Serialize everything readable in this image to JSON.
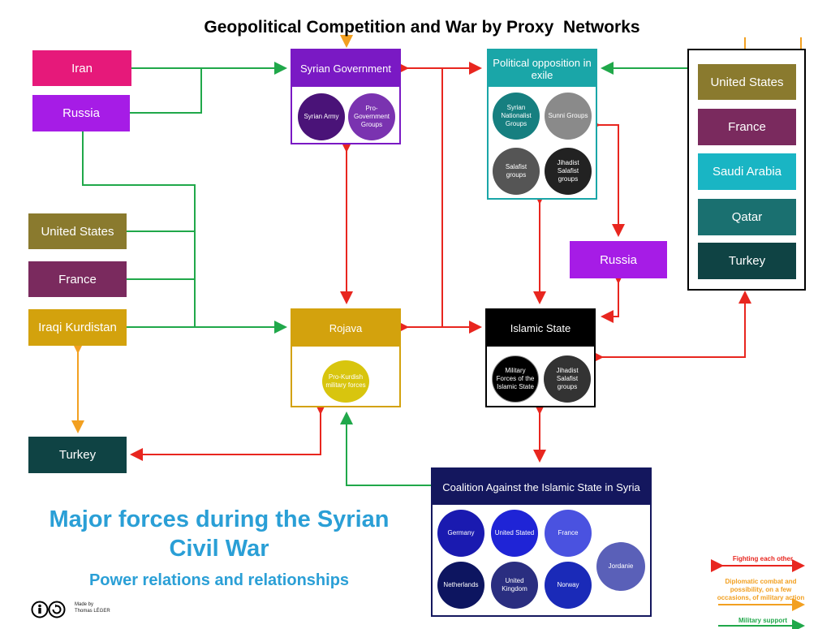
{
  "title": "Geopolitical Competition and War by Proxy  Networks",
  "main_title": "Major forces during the Syrian Civil War",
  "subtitle": "Power relations and relationships",
  "credit": {
    "line1": "Made by",
    "line2": "Thomas LÉGER"
  },
  "actors": {
    "iran": "Iran",
    "russia_left": "Russia",
    "us_left": "United States",
    "france_left": "France",
    "iraqi_kurdistan": "Iraqi Kurdistan",
    "turkey_left": "Turkey",
    "russia_right": "Russia"
  },
  "syrian_government": {
    "label": "Syrian Government",
    "members": [
      "Syrian Army",
      "Pro-Government Groups"
    ]
  },
  "opposition": {
    "label": "Political opposition in exile",
    "members": [
      "Syrian Nationalist Groups",
      "Sunni Groups",
      "Salafist groups",
      "Jihadist Salafist groups"
    ]
  },
  "rojava": {
    "label": "Rojava",
    "members": [
      "Pro-Kurdish military forces"
    ]
  },
  "islamic_state": {
    "label": "Islamic State",
    "members": [
      "Military Forces of the Islamic State",
      "Jihadist Salafist groups"
    ]
  },
  "coalition": {
    "label": "Coalition Against the Islamic State in Syria",
    "members": [
      "Germany",
      "United Stated",
      "France",
      "Netherlands",
      "United Kingdom",
      "Norway",
      "Jordanie"
    ]
  },
  "supporters_group": [
    "United States",
    "France",
    "Saudi Arabia",
    "Qatar",
    "Turkey"
  ],
  "legend": {
    "fighting": "Fighting each other",
    "diplomatic": "Diplomatic combat and possibility, on a few occasions, of military action",
    "support": "Military support"
  },
  "colors": {
    "fighting": "#e8261f",
    "diplomatic": "#f2a021",
    "support": "#20a84a",
    "title_blue": "#2a9fd6"
  }
}
